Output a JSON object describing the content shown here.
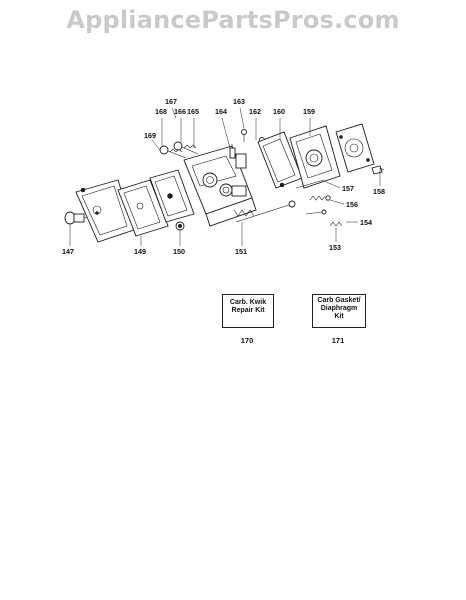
{
  "watermark": "AppliancePartsPros.com",
  "corner_text": "",
  "callouts": {
    "c147": "147",
    "c149": "149",
    "c150": "150",
    "c151": "151",
    "c153": "153",
    "c154": "154",
    "c156": "156",
    "c157": "157",
    "c158": "158",
    "c159": "159",
    "c160": "160",
    "c162": "162",
    "c163": "163",
    "c164": "164",
    "c165": "165",
    "c166": "166",
    "c167": "167",
    "c168": "168",
    "c169": "169"
  },
  "kits": [
    {
      "label_line1": "Carb. Kwik",
      "label_line2": "Repair Kit",
      "number": "170"
    },
    {
      "label_line1": "Carb Gasket/",
      "label_line2": "Diaphragm",
      "label_line3": "Kit",
      "number": "171"
    }
  ]
}
